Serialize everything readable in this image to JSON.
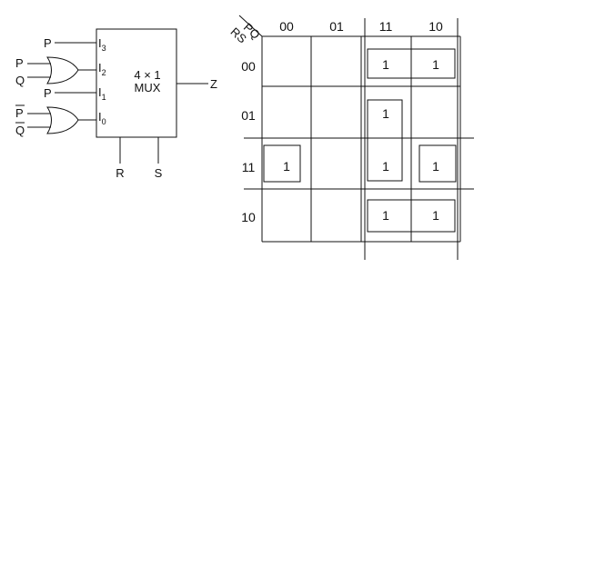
{
  "mux": {
    "label_top": "4 × 1",
    "label_bottom": "MUX",
    "output": "Z",
    "select_r": "R",
    "select_s": "S",
    "in3_label": "I",
    "in3_sub": "3",
    "in2_label": "I",
    "in2_sub": "2",
    "in1_label": "I",
    "in1_sub": "1",
    "in0_label": "I",
    "in0_sub": "0",
    "in3_signal": "P",
    "in1_signal": "P",
    "gate2_in_a": "P",
    "gate2_in_b": "Q",
    "gate0_in_a": "P",
    "gate0_in_b": "Q"
  },
  "kmap": {
    "col_var": "PQ",
    "row_var": "RS",
    "columns": [
      "00",
      "01",
      "11",
      "10"
    ],
    "rows": [
      "00",
      "01",
      "11",
      "10"
    ],
    "cells": [
      [
        "",
        "",
        "1",
        "1"
      ],
      [
        "",
        "",
        "1",
        ""
      ],
      [
        "1",
        "",
        "1",
        "1"
      ],
      [
        "",
        "",
        "1",
        "1"
      ]
    ]
  }
}
